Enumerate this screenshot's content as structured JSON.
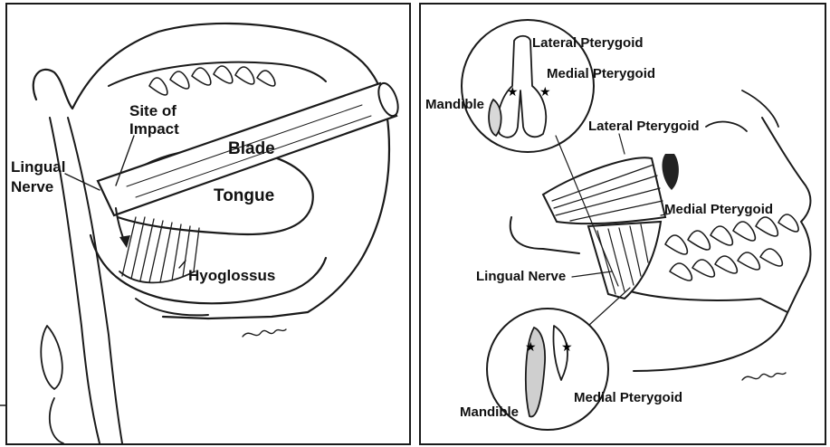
{
  "colors": {
    "ink": "#1a1a1a",
    "paper": "#ffffff",
    "hatch": "#333333"
  },
  "left_panel": {
    "labels": {
      "site_of_impact_line1": "Site of",
      "site_of_impact_line2": "Impact",
      "blade": "Blade",
      "lingual_nerve_line1": "Lingual",
      "lingual_nerve_line2": "Nerve",
      "tongue": "Tongue",
      "hyoglossus": "Hyoglossus"
    }
  },
  "right_panel": {
    "labels": {
      "lateral_pterygoid_inset": "Lateral Pterygoid",
      "medial_pterygoid_inset": "Medial Pterygoid",
      "mandible_top": "Mandible",
      "lateral_pterygoid": "Lateral Pterygoid",
      "medial_pterygoid": "Medial Pterygoid",
      "lingual_nerve": "Lingual Nerve",
      "mandible_bottom": "Mandible",
      "medial_pterygoid_bottom": "Medial Pterygoid"
    }
  }
}
